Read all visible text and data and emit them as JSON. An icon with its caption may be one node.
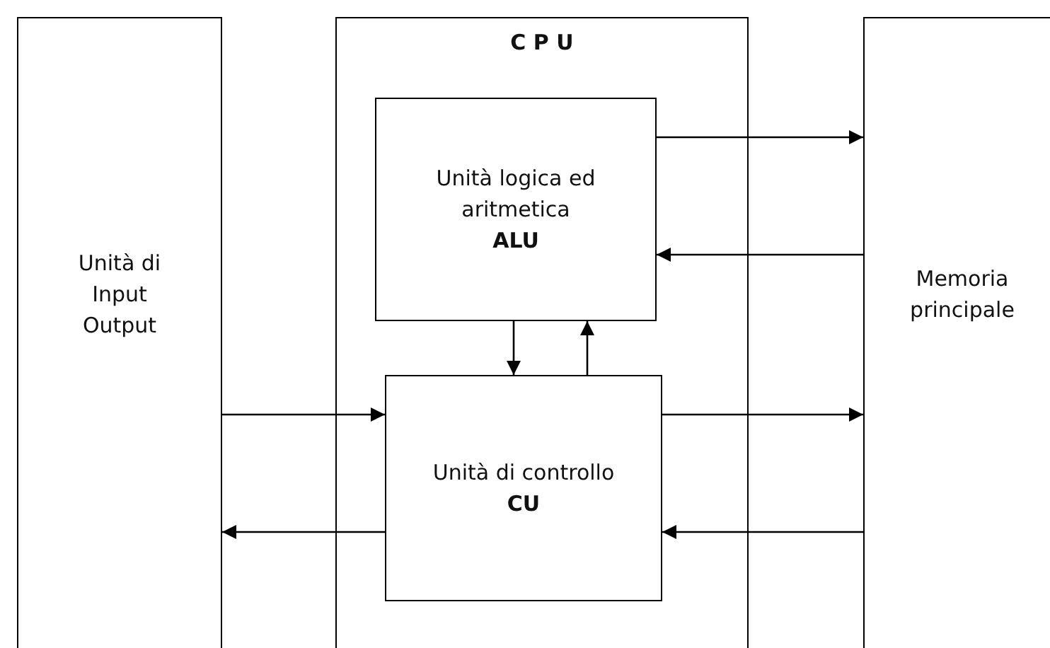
{
  "diagram": {
    "nodes": [
      {
        "text": [
          "Unità di Input Output"
        ]
      },
      {
        "text": [
          "C P U"
        ]
      },
      {
        "text": [
          "Unità logica ed aritmetica",
          "ALU"
        ],
        "in": 1
      },
      {
        "text": [
          "Unità di controllo",
          "CU"
        ],
        "in": 1
      },
      {
        "text": [
          "Memoria principale"
        ]
      }
    ],
    "edges": [
      {
        "from": 2,
        "to": 4,
        "arrow": "to"
      },
      {
        "from": 4,
        "to": 2,
        "arrow": "to"
      },
      {
        "from": 2,
        "to": 3,
        "arrow": "to"
      },
      {
        "from": 3,
        "to": 2,
        "arrow": "to"
      },
      {
        "from": 0,
        "to": 3,
        "arrow": "to"
      },
      {
        "from": 3,
        "to": 0,
        "arrow": "to"
      },
      {
        "from": 3,
        "to": 4,
        "arrow": "to"
      },
      {
        "from": 4,
        "to": 3,
        "arrow": "to"
      }
    ]
  }
}
